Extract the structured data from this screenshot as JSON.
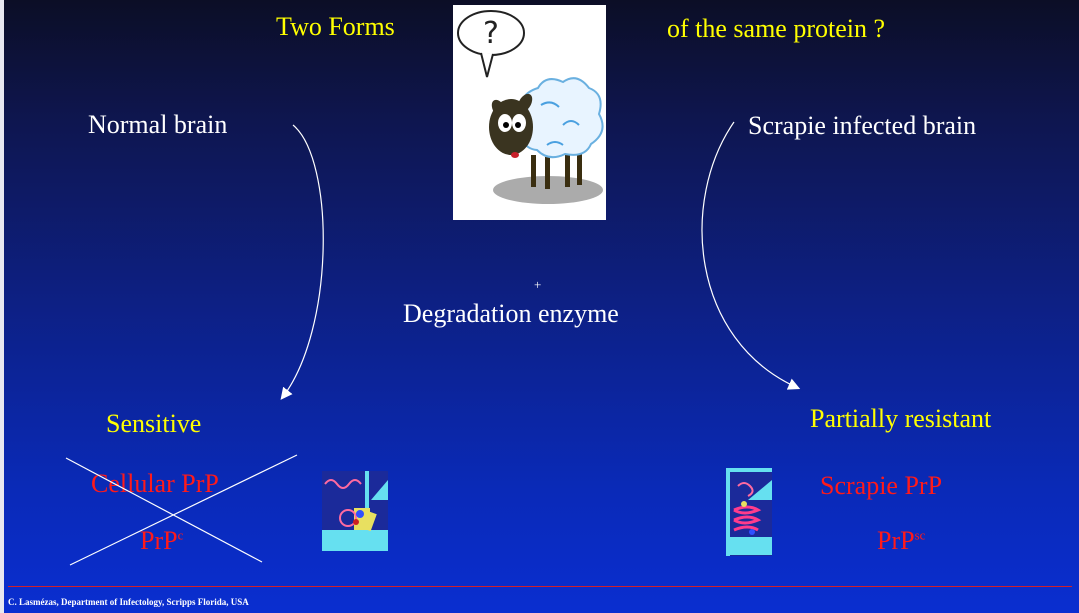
{
  "slide": {
    "title_left": "Two Forms",
    "title_right": "of the same protein ?",
    "normal_brain": "Normal  brain",
    "scrapie_infected_brain": "Scrapie infected brain",
    "plus": "+",
    "degradation_enzyme": "Degradation enzyme",
    "sensitive": "Sensitive",
    "partially_resistant": "Partially resistant",
    "cellular_prp": "Cellular PrP",
    "prp_c_base": "PrP",
    "prp_c_sup": "c",
    "scrapie_prp": "Scrapie PrP",
    "prp_sc_base": "PrP",
    "prp_sc_sup": "sc",
    "thought_bubble": "?",
    "footer": "C. Lasmézas, Department of Infectology, Scripps Florida, USA"
  },
  "colors": {
    "title": "#ffff00",
    "body_text": "#ffffff",
    "protein_label": "#ff1a1a",
    "footer_rule": "#d0202a"
  },
  "icons": [
    "sheep-illustration",
    "thought-bubble-icon",
    "curved-arrow-icon",
    "cross-out-lines",
    "prp-c-structure-icon",
    "prp-sc-structure-icon"
  ]
}
